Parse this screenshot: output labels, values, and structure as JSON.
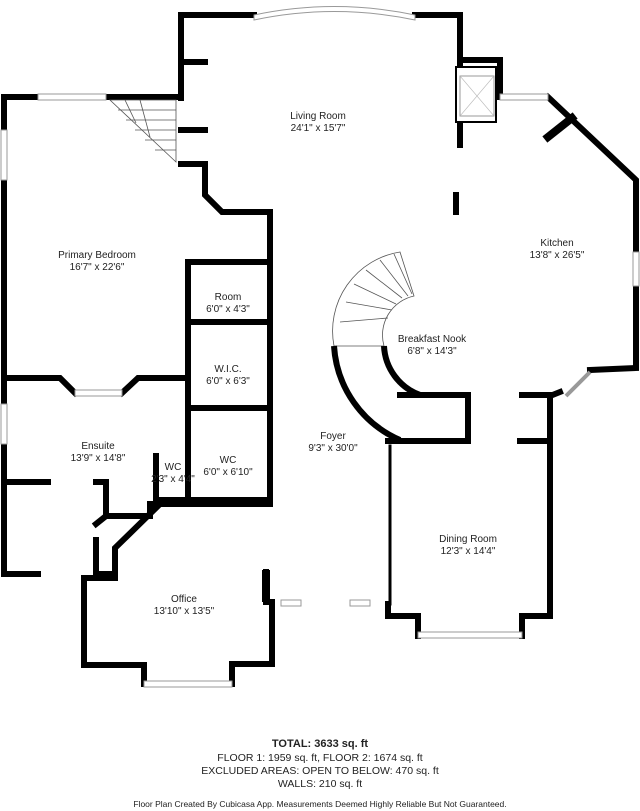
{
  "rooms": {
    "living": {
      "name": "Living Room",
      "size": "24'1\" x 15'7\""
    },
    "kitchen": {
      "name": "Kitchen",
      "size": "13'8\" x 26'5\""
    },
    "primary_bedroom": {
      "name": "Primary Bedroom",
      "size": "16'7\" x 22'6\""
    },
    "room": {
      "name": "Room",
      "size": "6'0\" x 4'3\""
    },
    "wic": {
      "name": "W.I.C.",
      "size": "6'0\" x 6'3\""
    },
    "breakfast": {
      "name": "Breakfast Nook",
      "size": "6'8\" x 14'3\""
    },
    "ensuite": {
      "name": "Ensuite",
      "size": "13'9\" x 14'8\""
    },
    "foyer": {
      "name": "Foyer",
      "size": "9'3\" x 30'0\""
    },
    "wc_small": {
      "name": "WC",
      "size": "2'3\" x 4'4\""
    },
    "wc": {
      "name": "WC",
      "size": "6'0\" x 6'10\""
    },
    "dining": {
      "name": "Dining Room",
      "size": "12'3\" x 14'4\""
    },
    "office": {
      "name": "Office",
      "size": "13'10\" x 13'5\""
    }
  },
  "footer": {
    "total": "TOTAL: 3633 sq. ft",
    "floors": "FLOOR 1: 1959 sq. ft, FLOOR 2: 1674 sq. ft",
    "excluded": "EXCLUDED AREAS: OPEN TO BELOW: 470 sq. ft",
    "walls": "WALLS: 210 sq. ft",
    "credit": "Floor Plan Created By Cubicasa App. Measurements Deemed Highly Reliable But Not Guaranteed."
  }
}
